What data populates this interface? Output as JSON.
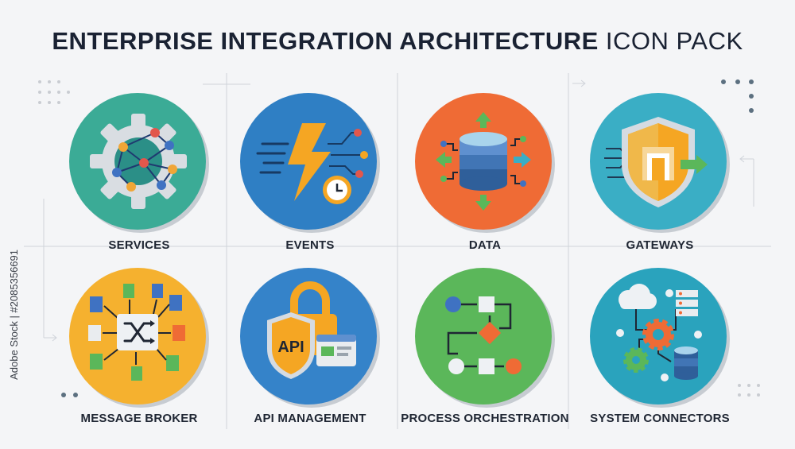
{
  "title": {
    "bold": "ENTERPRISE INTEGRATION ARCHITECTURE",
    "light": "ICON PACK"
  },
  "icons": [
    {
      "label": "SERVICES",
      "color": "#3bab96",
      "icon": "gear-network-icon"
    },
    {
      "label": "EVENTS",
      "color": "#2f7fc4",
      "icon": "lightning-clock-icon"
    },
    {
      "label": "DATA",
      "color": "#ef6b35",
      "icon": "database-arrows-icon"
    },
    {
      "label": "GATEWAYS",
      "color": "#3aaec5",
      "icon": "shield-gateway-icon"
    },
    {
      "label": "MESSAGE BROKER",
      "color": "#f5b12f",
      "icon": "shuffle-hub-icon"
    },
    {
      "label": "API MANAGEMENT",
      "color": "#3583c9",
      "icon": "api-lock-icon"
    },
    {
      "label": "PROCESS ORCHESTRATION",
      "color": "#5bb75a",
      "icon": "flowchart-icon"
    },
    {
      "label": "SYSTEM CONNECTORS",
      "color": "#2aa3bd",
      "icon": "cloud-server-gears-icon"
    }
  ],
  "api_text": "API",
  "watermark": "Adobe Stock | #2085356691"
}
